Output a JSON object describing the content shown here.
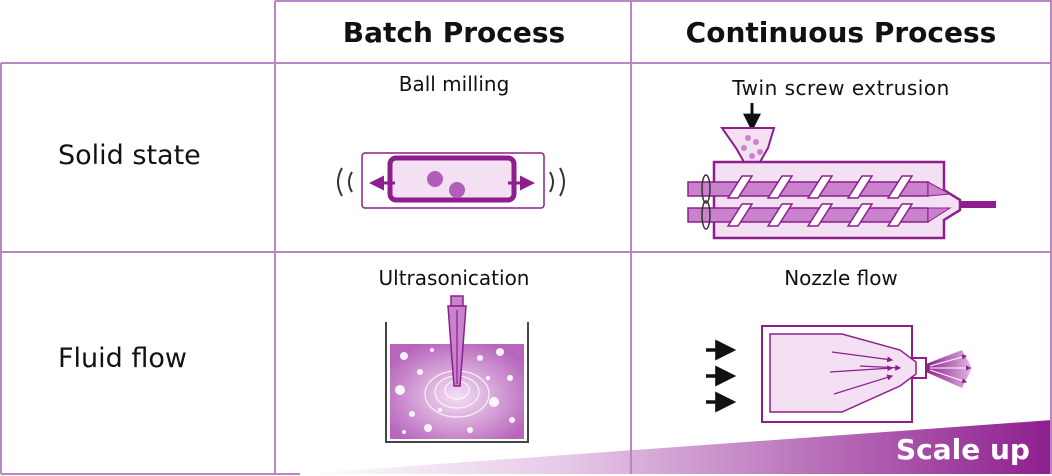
{
  "columns": {
    "batch": "Batch Process",
    "continuous": "Continuous Process"
  },
  "rows": {
    "solid": "Solid state",
    "fluid": "Fluid flow"
  },
  "cells": {
    "ball_milling": "Ball milling",
    "twin_screw": "Twin screw extrusion",
    "ultrasonication": "Ultrasonication",
    "nozzle_flow": "Nozzle flow"
  },
  "scale_up": "Scale up",
  "colors": {
    "grid_line": "#b985c2",
    "accent": "#8e1e8e",
    "light": "#f3e1f3",
    "mid": "#c983cc"
  }
}
